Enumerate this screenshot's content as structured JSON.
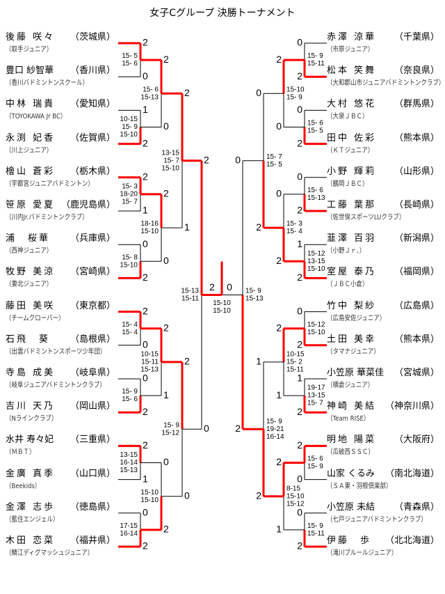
{
  "title": "女子Cグループ 決勝トーナメント",
  "colors": {
    "winner_line": "#ff0000",
    "line": "#000000"
  },
  "left": {
    "players": [
      {
        "name": "後藤 咲々",
        "pref": "（茨城県）",
        "club": "（取手ジュニア）"
      },
      {
        "name": "豊口 紗智華",
        "pref": "（香川県）",
        "club": "（香川バドミントンスクール）"
      },
      {
        "name": "中林 瑞貴",
        "pref": "（愛知県）",
        "club": "（TOYOKAWA Jr BC）"
      },
      {
        "name": "永渕 妃香",
        "pref": "（佐賀県）",
        "club": "（川上ジュニア）"
      },
      {
        "name": "檜山 蒼彩",
        "pref": "（栃木県）",
        "club": "（宇都宮ジュニアバドミントン）"
      },
      {
        "name": "笹原 愛夏",
        "pref": "（鹿児島県）",
        "club": "（川内Jr.バドミントンクラブ）"
      },
      {
        "name": "浦　桜華",
        "pref": "（兵庫県）",
        "club": "（西神ジュニア）"
      },
      {
        "name": "牧野 美涼",
        "pref": "（宮崎県）",
        "club": "（妻北ジュニア）"
      },
      {
        "name": "藤田 美咲",
        "pref": "（東京都）",
        "club": "（チームクローバー）"
      },
      {
        "name": "石飛　葵",
        "pref": "（島根県）",
        "club": "（出雲バドミントンスポーツ少年団）"
      },
      {
        "name": "寺島 成美",
        "pref": "（岐阜県）",
        "club": "（岐阜ジュニアバドミントンクラブ）"
      },
      {
        "name": "吉川 天乃",
        "pref": "（岡山県）",
        "club": "（Nラインクラブ）"
      },
      {
        "name": "水井 寿々妃",
        "pref": "（三重県）",
        "club": "（ＭＢＴ）"
      },
      {
        "name": "金廣 真季",
        "pref": "（山口県）",
        "club": "（Beekids）"
      },
      {
        "name": "金澤 志歩",
        "pref": "（徳島県）",
        "club": "（藍住エンジェル）"
      },
      {
        "name": "木田 恋菜",
        "pref": "（福井県）",
        "club": "（鯖江ディグマッシュジュニア）"
      }
    ],
    "rounds": [
      [
        {
          "scores": [
            2,
            0
          ],
          "games": [
            "15- 5",
            "15- 6"
          ]
        },
        {
          "scores": [
            1,
            2
          ],
          "games": [
            "10-15",
            "15- 9",
            "15-10"
          ]
        },
        {
          "scores": [
            2,
            1
          ],
          "games": [
            "15- 3",
            "18-20",
            "15- 7"
          ]
        },
        {
          "scores": [
            0,
            2
          ],
          "games": [
            "15- 8",
            "15-10"
          ]
        },
        {
          "scores": [
            2,
            0
          ],
          "games": [
            "15- 4",
            "15- 4"
          ]
        },
        {
          "scores": [
            0,
            2
          ],
          "games": [
            "15- 9",
            "15- 6"
          ]
        },
        {
          "scores": [
            2,
            1
          ],
          "games": [
            "13-15",
            "16-14",
            "15-13"
          ]
        },
        {
          "scores": [
            0,
            2
          ],
          "games": [
            "17-15",
            "16-14"
          ]
        }
      ],
      [
        {
          "scores": [
            2,
            0
          ],
          "games": [
            "15- 6",
            "15-13"
          ]
        },
        {
          "scores": [
            2,
            0
          ],
          "games": [
            "18-16",
            "15-10"
          ]
        },
        {
          "scores": [
            2,
            1
          ],
          "games": [
            "10-15",
            "15-11",
            "15-13"
          ]
        },
        {
          "scores": [
            0,
            2
          ],
          "games": [
            "15-10",
            "15-10"
          ]
        }
      ],
      [
        {
          "scores": [
            2,
            1
          ],
          "games": [
            "13-15",
            "15- 7",
            "15-10"
          ]
        },
        {
          "scores": [
            2,
            0
          ],
          "games": [
            "15- 9",
            "15-12"
          ]
        }
      ],
      [
        {
          "scores": [
            2,
            0
          ],
          "games": [
            "15-13",
            "15-11"
          ]
        }
      ]
    ]
  },
  "right": {
    "players": [
      {
        "name": "赤澤 涼華",
        "pref": "（千葉県）",
        "club": "（市原ジュニア）"
      },
      {
        "name": "松本 笑舞",
        "pref": "（奈良県）",
        "club": "（大和郡山市ジュニアバドミントンクラブ）"
      },
      {
        "name": "大村 悠花",
        "pref": "（群馬県）",
        "club": "（大泉ＪＢＣ）"
      },
      {
        "name": "田中 佐彩",
        "pref": "（熊本県）",
        "club": "（ＫＴジュニア）"
      },
      {
        "name": "小野 輝莉",
        "pref": "（山形県）",
        "club": "（鶴岡ＪＢＣ）"
      },
      {
        "name": "工藤 葉那",
        "pref": "（長崎県）",
        "club": "（佐世保スポーツLUクラブ）"
      },
      {
        "name": "韮澤 百羽",
        "pref": "（新潟県）",
        "club": "（小野Ｊｒ．）"
      },
      {
        "name": "室屋 泰乃",
        "pref": "（福岡県）",
        "club": "（ＪＢＣ小倉）"
      },
      {
        "name": "竹中 梨紗",
        "pref": "（広島県）",
        "club": "（広島安佐ジュニア）"
      },
      {
        "name": "土田 美幸",
        "pref": "（熊本県）",
        "club": "（タマナジュニア）"
      },
      {
        "name": "小笠原 華菜佳",
        "pref": "（宮城県）",
        "club": "（横倉ジュニア）"
      },
      {
        "name": "神崎 美結",
        "pref": "（神奈川県）",
        "club": "（Team RISE）"
      },
      {
        "name": "明地 陽菜",
        "pref": "（大阪府）",
        "club": "（瓜破西ＳＳＣ）"
      },
      {
        "name": "山家 くるみ",
        "pref": "（南北海道）",
        "club": "（ＳＡ東・羽根倶楽部）"
      },
      {
        "name": "小笠原 未結",
        "pref": "（青森県）",
        "club": "（七戸ジュニアバドミントンクラブ）"
      },
      {
        "name": "伊藤　歩",
        "pref": "（北北海道）",
        "club": "（滝川ブルールジュニア）"
      }
    ],
    "rounds": [
      [
        {
          "scores": [
            0,
            2
          ],
          "games": [
            "15- 9",
            "15-11"
          ]
        },
        {
          "scores": [
            0,
            2
          ],
          "games": [
            "15- 6",
            "15- 5"
          ]
        },
        {
          "scores": [
            0,
            2
          ],
          "games": [
            "15- 6",
            "15-13"
          ]
        },
        {
          "scores": [
            1,
            2
          ],
          "games": [
            "15-12",
            "13-15",
            "15-10"
          ]
        },
        {
          "scores": [
            0,
            2
          ],
          "games": [
            "15-12",
            "15-10"
          ]
        },
        {
          "scores": [
            1,
            2
          ],
          "games": [
            "19-17",
            "13-15",
            "15- 7"
          ]
        },
        {
          "scores": [
            2,
            0
          ],
          "games": [
            "15- 6",
            "15- 9"
          ]
        },
        {
          "scores": [
            0,
            2
          ],
          "games": [
            "15- 9",
            "15-11"
          ]
        }
      ],
      [
        {
          "scores": [
            2,
            0
          ],
          "games": [
            "15-10",
            "15- 9"
          ]
        },
        {
          "scores": [
            0,
            2
          ],
          "games": [
            "15- 3",
            "15- 4"
          ]
        },
        {
          "scores": [
            2,
            1
          ],
          "games": [
            "10-15",
            "15- 2",
            "15-11"
          ]
        },
        {
          "scores": [
            2,
            1
          ],
          "games": [
            "8-15",
            "15-10",
            "15-12"
          ]
        }
      ],
      [
        {
          "scores": [
            0,
            2
          ],
          "games": [
            "15- 7",
            "15- 5"
          ]
        },
        {
          "scores": [
            1,
            2
          ],
          "games": [
            "15- 9",
            "19-21",
            "16-14"
          ]
        }
      ],
      [
        {
          "scores": [
            0,
            2
          ],
          "games": [
            "15- 9",
            "15-13"
          ]
        }
      ]
    ]
  },
  "final": {
    "scores": [
      2,
      0
    ],
    "games": [
      "15-10",
      "15-10"
    ]
  }
}
